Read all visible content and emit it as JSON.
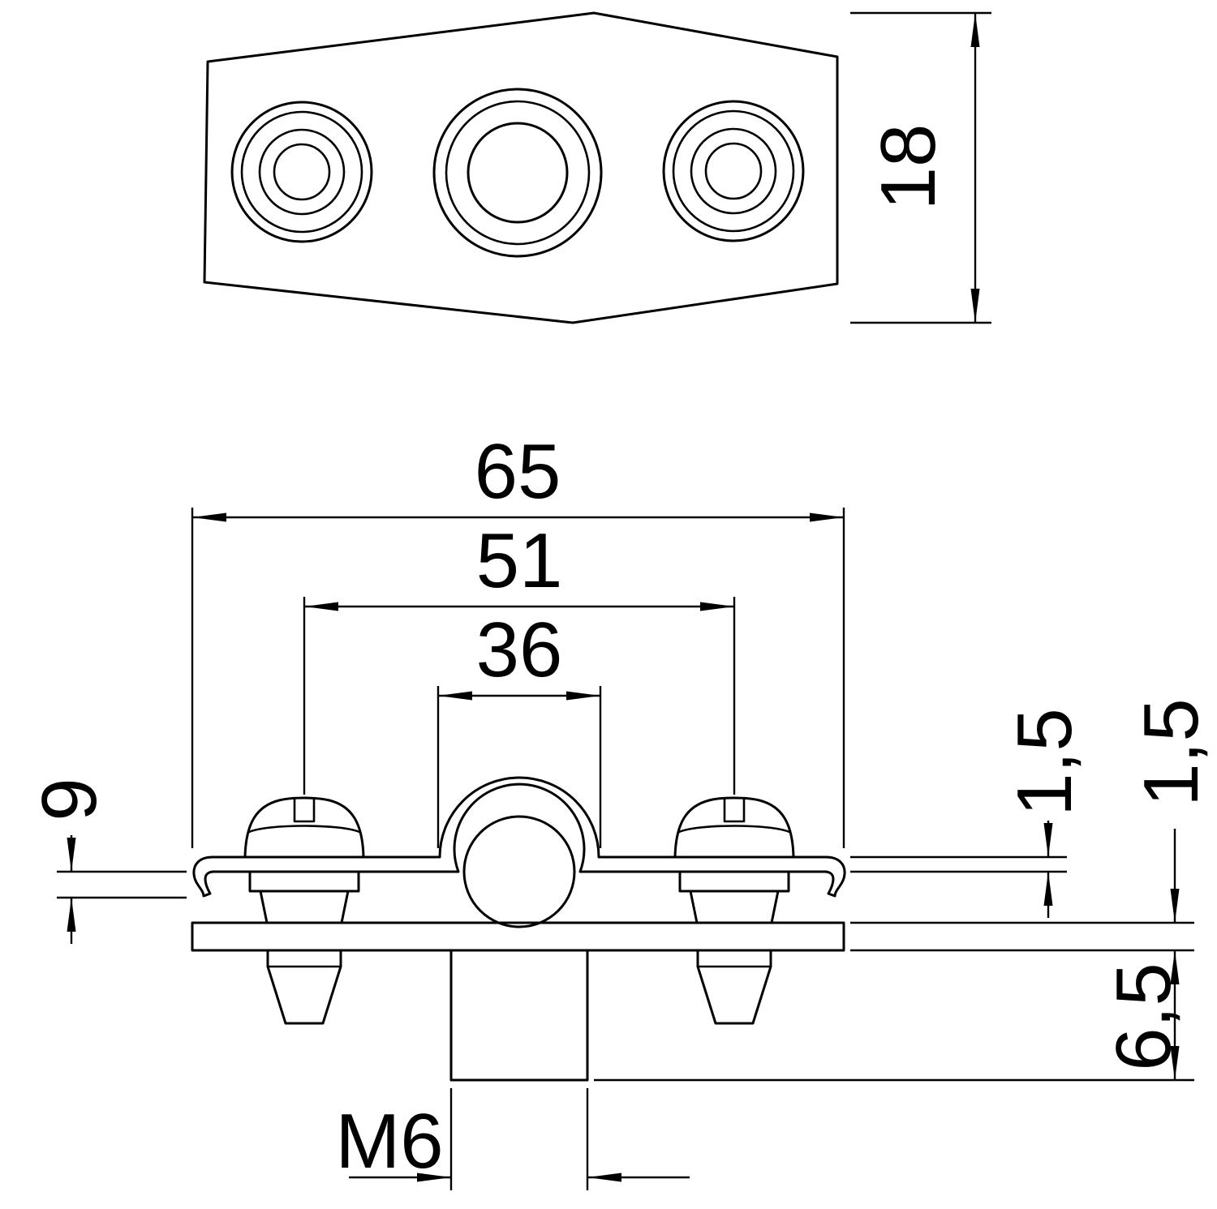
{
  "dimensions": {
    "plate_width": "18",
    "overall_length": "65",
    "hole_spacing": "51",
    "clamp_width": "36",
    "end_height": "9",
    "strap_thickness": "1,5",
    "plate_thickness": "1,5",
    "stud_protrusion": "6,5",
    "thread_size": "M6"
  }
}
